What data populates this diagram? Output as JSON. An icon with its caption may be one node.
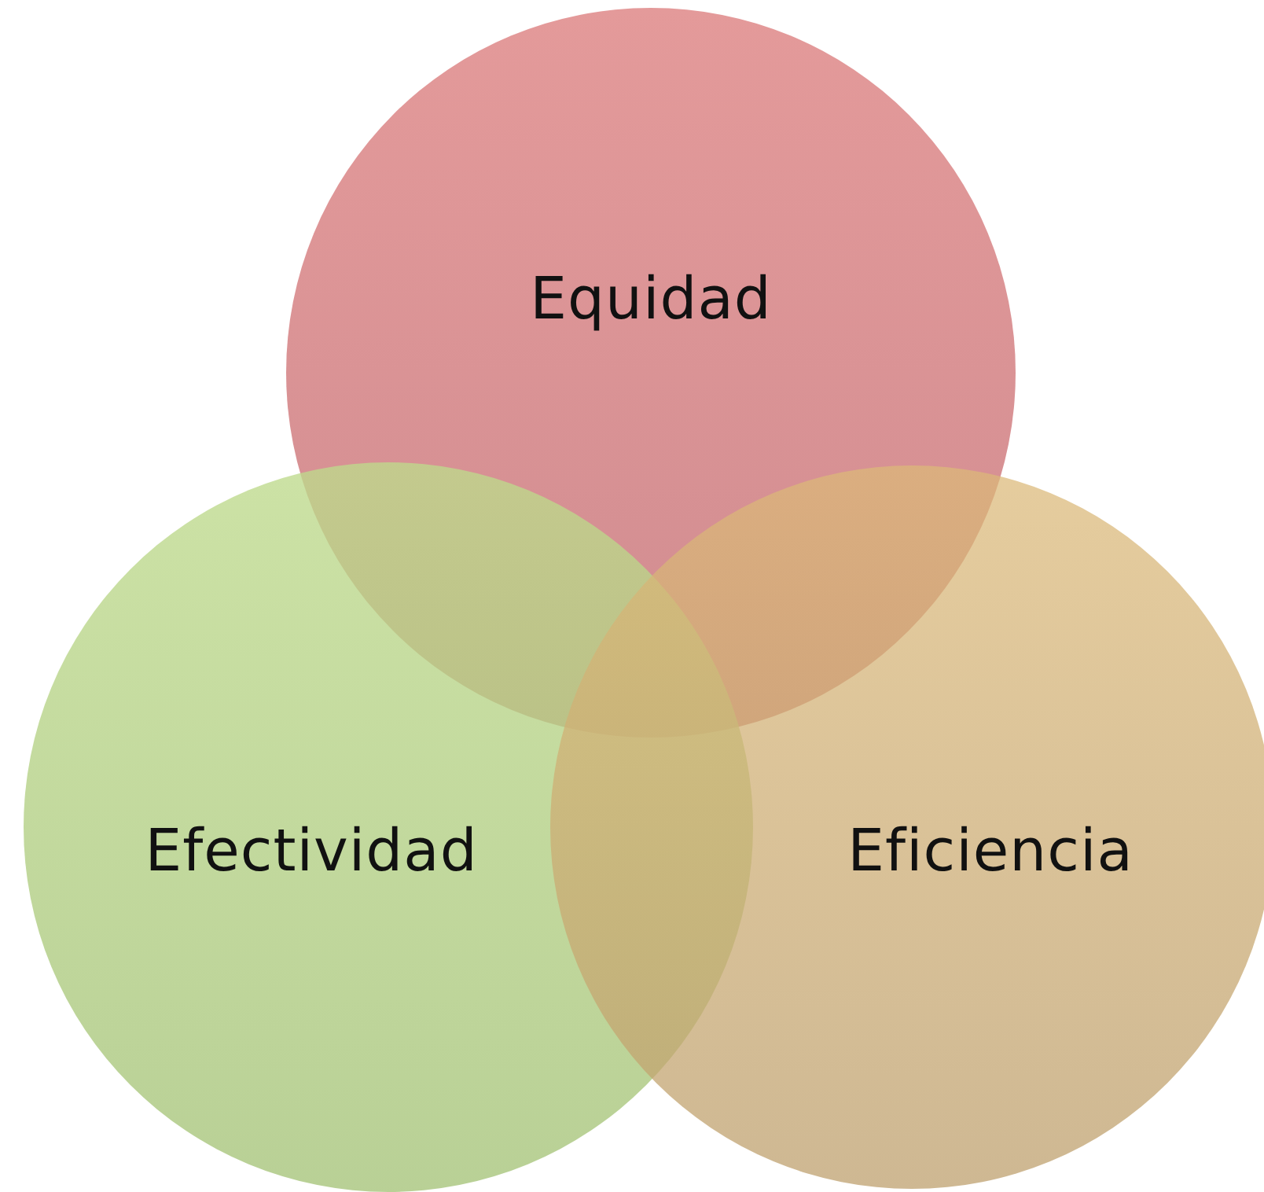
{
  "diagram": {
    "nodes": [
      {
        "text": [
          "Equidad"
        ]
      },
      {
        "text": [
          "Efectividad"
        ]
      },
      {
        "text": [
          "Eficiencia"
        ]
      }
    ]
  }
}
